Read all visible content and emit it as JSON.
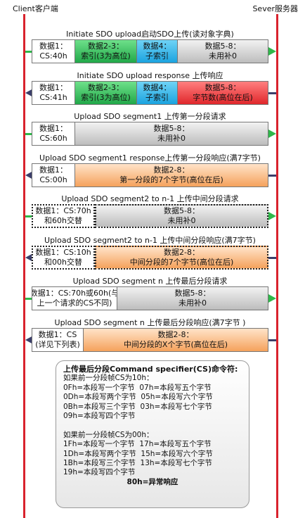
{
  "parties": {
    "client": "Client客户端",
    "server": "Sever服务器"
  },
  "messages": [
    {
      "title": "Initiate SDO upload启动SDO上传(读对象字典)",
      "direction": "right",
      "cells": [
        {
          "text": "数据1：\nCS:40h",
          "color": "white"
        },
        {
          "text": "数据2-3：\n索引(3为高位)",
          "color": "green"
        },
        {
          "text": "数据4：\n子索引",
          "color": "blue"
        },
        {
          "text": "数据5-8：\n未用补0",
          "color": "gray"
        }
      ]
    },
    {
      "title": "Initiate SDO upload response 上传响应",
      "direction": "left",
      "cells": [
        {
          "text": "数据1：\nCS:41h",
          "color": "white"
        },
        {
          "text": "数据2-3：\n索引(3为高位)",
          "color": "green"
        },
        {
          "text": "数据4：\n子索引",
          "color": "blue"
        },
        {
          "text": "数据5-8：\n字节数(高位在后)",
          "color": "red"
        }
      ]
    },
    {
      "title": "Upload SDO segment1 上传第一分段请求",
      "direction": "right",
      "cells": [
        {
          "text": "数据1：\nCS:60h",
          "color": "white"
        },
        {
          "text": "数据5-8：\n未用补0",
          "color": "gray"
        }
      ]
    },
    {
      "title": "Upload SDO segment1 response上传第一分段响应(满7字节)",
      "direction": "left",
      "cells": [
        {
          "text": "数据1：\nCS:00h",
          "color": "white"
        },
        {
          "text": "数据2-8：\n第一分段的7个字节(高位在后)",
          "color": "orange"
        }
      ]
    },
    {
      "title": "Upload SDO segment2 to n-1 上传中间分段请求",
      "direction": "right",
      "dotted": true,
      "cells": [
        {
          "text": "数据1：CS:70h\n和60h交替",
          "color": "white"
        },
        {
          "text": "数据5-8：\n未用补0",
          "color": "gray"
        }
      ]
    },
    {
      "title": "Upload SDO segment2 to n-1 上传中间分段响应(满7字节)",
      "direction": "left",
      "dotted": true,
      "cells": [
        {
          "text": "数据1：CS:10h\n和00h交替",
          "color": "white"
        },
        {
          "text": "数据2-8：\n中间分段的7个字节(高位在后)",
          "color": "orange"
        }
      ]
    },
    {
      "title": "Upload SDO segment n 上传最后分段请求",
      "direction": "right",
      "cells": [
        {
          "text": "数据1：CS:70h或60h(与\n上一个请求的CS不同)",
          "color": "white"
        },
        {
          "text": "数据5-8：\n未用补0",
          "color": "gray"
        }
      ]
    },
    {
      "title": "Upload SDO segment n 上传最后分段响应(满7字节 )",
      "direction": "left",
      "cells": [
        {
          "text": "数据1：CS\n(详见下列表)",
          "color": "white"
        },
        {
          "text": "数据2-8：\n中间分段的X个字节(高位在后)",
          "color": "orange"
        }
      ]
    }
  ],
  "note": {
    "heading": "上传最后分段Command specifier(CS)命令符:",
    "lines": [
      "如果前一分段帧CS为10h：",
      "0Fh=本段写一个字节  07h=本段写五个字节",
      "0Dh=本段写两个字节  05h=本段写六个字节",
      "0Bh=本段写三个字节  03h=本段写七个字节",
      "09h=本段写四个字节",
      "",
      "如果前一分段帧CS为00h：",
      "1Fh=本段写一个字节  17h=本段写五个字节",
      "1Dh=本段写两个字节  15h=本段写六个字节",
      "1Bh=本段写三个字节  13h=本段写七个字节",
      "19h=本段写四个字节"
    ],
    "footer": "80h=异常响应"
  },
  "colors": {
    "rail": "#d9232d",
    "arrow_request": "#2fb84a",
    "arrow_response": "#3b3e6a",
    "cell_white": "#ffffff",
    "cell_green": "#21a849",
    "cell_blue": "#1ba3df",
    "cell_gray": "#bdbdbd",
    "cell_red": "#e0272b",
    "cell_orange": "#f5a25c"
  }
}
